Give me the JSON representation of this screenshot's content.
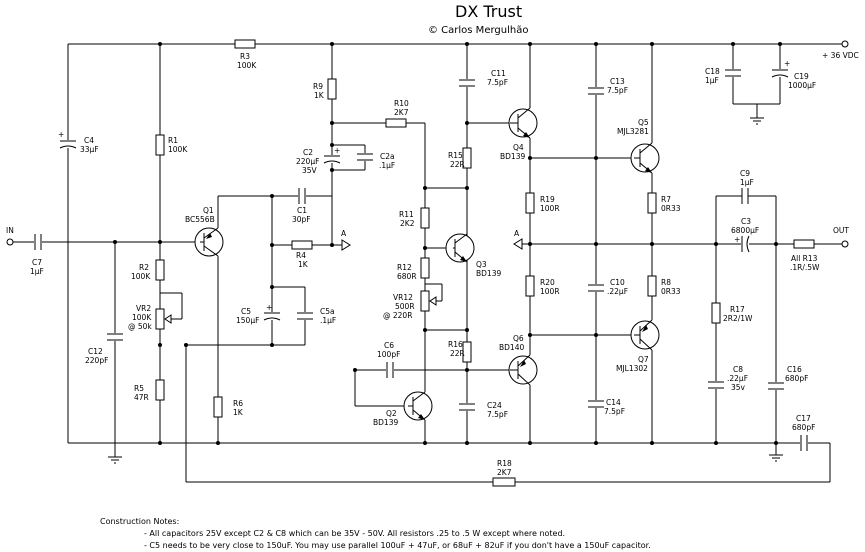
{
  "title": "DX Trust",
  "author": "©  Carlos Mergulhão",
  "supply": "+ 36 VDC",
  "in_label": "IN",
  "out_label": "OUT",
  "node_a": "A",
  "resistors": {
    "R1": [
      "R1",
      "100K"
    ],
    "R2": [
      "R2",
      "100K"
    ],
    "R3": [
      "R3",
      "100K"
    ],
    "R4": [
      "R4",
      "1K"
    ],
    "R5": [
      "R5",
      "47R"
    ],
    "R6": [
      "R6",
      "1K"
    ],
    "R7": [
      "R7",
      "0R33"
    ],
    "R8": [
      "R8",
      "0R33"
    ],
    "R9": [
      "R9",
      "1K"
    ],
    "R10": [
      "R10",
      "2K7"
    ],
    "R11": [
      "R11",
      "2K2"
    ],
    "R12": [
      "R12",
      "680R"
    ],
    "R15": [
      "R15",
      "22R"
    ],
    "R16": [
      "R16",
      "22R"
    ],
    "R17": [
      "R17",
      "2R2/1W"
    ],
    "R18": [
      "R18",
      "2K7"
    ],
    "R19": [
      "R19",
      "100R"
    ],
    "R20": [
      "R20",
      "100R"
    ],
    "R13": [
      "All R13",
      ".1R/.5W"
    ]
  },
  "pots": {
    "VR2": [
      "VR2",
      "100K",
      "@ 50k"
    ],
    "VR12": [
      "VR12",
      "500R",
      "@ 220R"
    ]
  },
  "capacitors": {
    "C1": [
      "C1",
      "30pF"
    ],
    "C2": [
      "C2",
      "220µF",
      "35V"
    ],
    "C2a": [
      "C2a",
      ".1µF"
    ],
    "C3": [
      "C3",
      "6800µF"
    ],
    "C4": [
      "C4",
      "33µF"
    ],
    "C5": [
      "C5",
      "150µF"
    ],
    "C5a": [
      "C5a",
      ".1µF"
    ],
    "C6": [
      "C6",
      "100pF"
    ],
    "C7": [
      "C7",
      "1µF"
    ],
    "C8": [
      "C8",
      ".22µF",
      "35v"
    ],
    "C9": [
      "C9",
      "1µF"
    ],
    "C10": [
      "C10",
      ".22µF"
    ],
    "C11": [
      "C11",
      "7.5pF"
    ],
    "C12": [
      "C12",
      "220pF"
    ],
    "C13": [
      "C13",
      "7.5pF"
    ],
    "C14": [
      "C14",
      "7.5pF"
    ],
    "C16": [
      "C16",
      "680pF"
    ],
    "C17": [
      "C17",
      "680pF"
    ],
    "C18": [
      "C18",
      "1µF"
    ],
    "C19": [
      "C19",
      "1000µF"
    ],
    "C24": [
      "C24",
      "7.5pF"
    ]
  },
  "transistors": {
    "Q1": [
      "Q1",
      "BC556B"
    ],
    "Q2": [
      "Q2",
      "BD139"
    ],
    "Q3": [
      "Q3",
      "BD139"
    ],
    "Q4": [
      "Q4",
      "BD139"
    ],
    "Q5": [
      "Q5",
      "MJL3281"
    ],
    "Q6": [
      "Q6",
      "BD140"
    ],
    "Q7": [
      "Q7",
      "MJL1302"
    ]
  },
  "notes": {
    "heading": "Construction Notes:",
    "items": [
      "- All capacitors 25V except C2 & C8 which can be 35V - 50V. All resistors .25 to .5 W except where noted.",
      "- C5 needs to be very close to 150uF. You may use parallel 100uF + 47uF, or 68uF + 82uF if you don't have a 150uF capacitor."
    ]
  }
}
